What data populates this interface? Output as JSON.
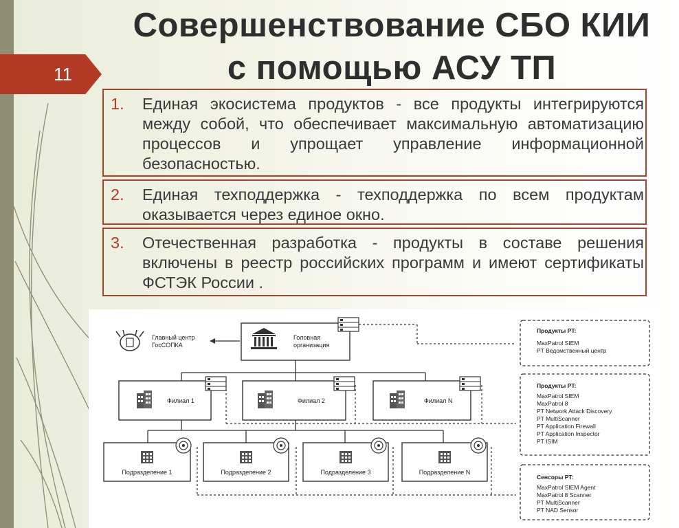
{
  "slide": {
    "number": "11",
    "title_line1": "Совершенствование СБО КИИ",
    "title_line2": "с помощью АСУ ТП",
    "colors": {
      "accent": "#b33a24",
      "border": "#a8432e",
      "sidebar": "#8f8d74"
    }
  },
  "items": [
    {
      "num": "1.",
      "text": "Единая экосистема продуктов - все продукты интегрируются между собой, что обеспечивает максимальную автоматизацию процессов и упрощает управление информационной безопасностью."
    },
    {
      "num": "2.",
      "text": "Единая техподдержка - техподдержка по всем продуктам оказывается через единое окно."
    },
    {
      "num": "3.",
      "text": "Отечественная разработка - продукты в составе решения включены в реестр российских программ и имеют сертификаты ФСТЭК России ."
    }
  ],
  "diagram": {
    "gossopka": {
      "line1": "Главный центр",
      "line2": "ГосСОПКА"
    },
    "head": {
      "line1": "Головная",
      "line2": "организация"
    },
    "branches": [
      "Филиал 1",
      "Филиал 2",
      "Филиал N"
    ],
    "subdivisions": [
      "Подразделение 1",
      "Подразделение 2",
      "Подразделение 3",
      "Подразделение N"
    ],
    "panel1": {
      "title": "Продукты PT:",
      "items": [
        "MaxPatrol SIEM",
        "PT Ведомственный центр"
      ]
    },
    "panel2": {
      "title": "Продукты PT:",
      "items": [
        "MaxPatrol SIEM",
        "MaxPatrol 8",
        "PT Network Attack Discovery",
        "PT MultiScanner",
        "PT Application Firewall",
        "PT Application Inspector",
        "PT ISIM"
      ]
    },
    "panel3": {
      "title": "Сенсоры PT:",
      "items": [
        "MaxPatrol SIEM Agent",
        "MaxPatrol 8 Scanner",
        "PT MultiScanner",
        "PT NAD Sensor"
      ]
    }
  }
}
